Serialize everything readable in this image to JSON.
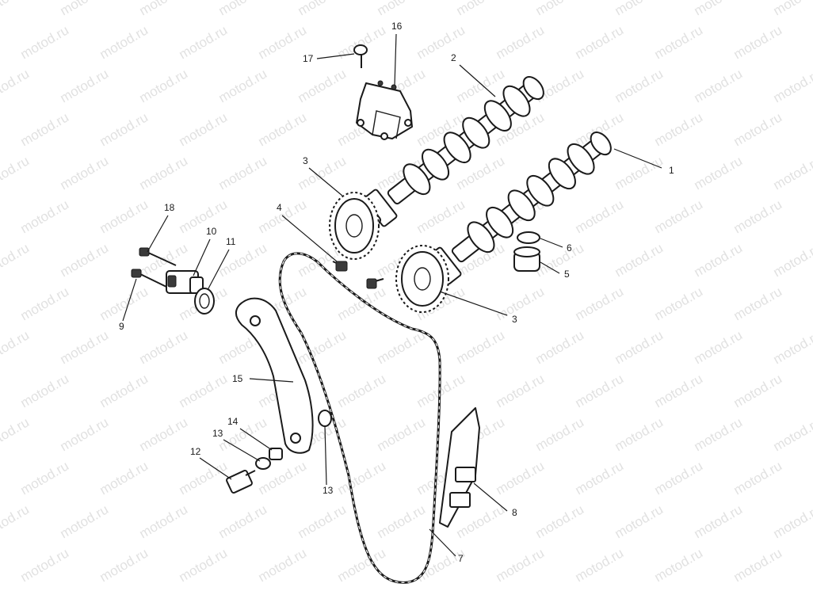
{
  "watermark": {
    "text": "motod.ru"
  },
  "callouts": [
    {
      "id": "c1",
      "label": "1"
    },
    {
      "id": "c2",
      "label": "2"
    },
    {
      "id": "c3a",
      "label": "3"
    },
    {
      "id": "c3b",
      "label": "3"
    },
    {
      "id": "c4",
      "label": "4"
    },
    {
      "id": "c5",
      "label": "5"
    },
    {
      "id": "c6",
      "label": "6"
    },
    {
      "id": "c7",
      "label": "7"
    },
    {
      "id": "c8",
      "label": "8"
    },
    {
      "id": "c9",
      "label": "9"
    },
    {
      "id": "c10",
      "label": "10"
    },
    {
      "id": "c11",
      "label": "11"
    },
    {
      "id": "c12",
      "label": "12"
    },
    {
      "id": "c13a",
      "label": "13"
    },
    {
      "id": "c13b",
      "label": "13"
    },
    {
      "id": "c14",
      "label": "14"
    },
    {
      "id": "c15",
      "label": "15"
    },
    {
      "id": "c16",
      "label": "16"
    },
    {
      "id": "c17",
      "label": "17"
    },
    {
      "id": "c18",
      "label": "18"
    }
  ]
}
